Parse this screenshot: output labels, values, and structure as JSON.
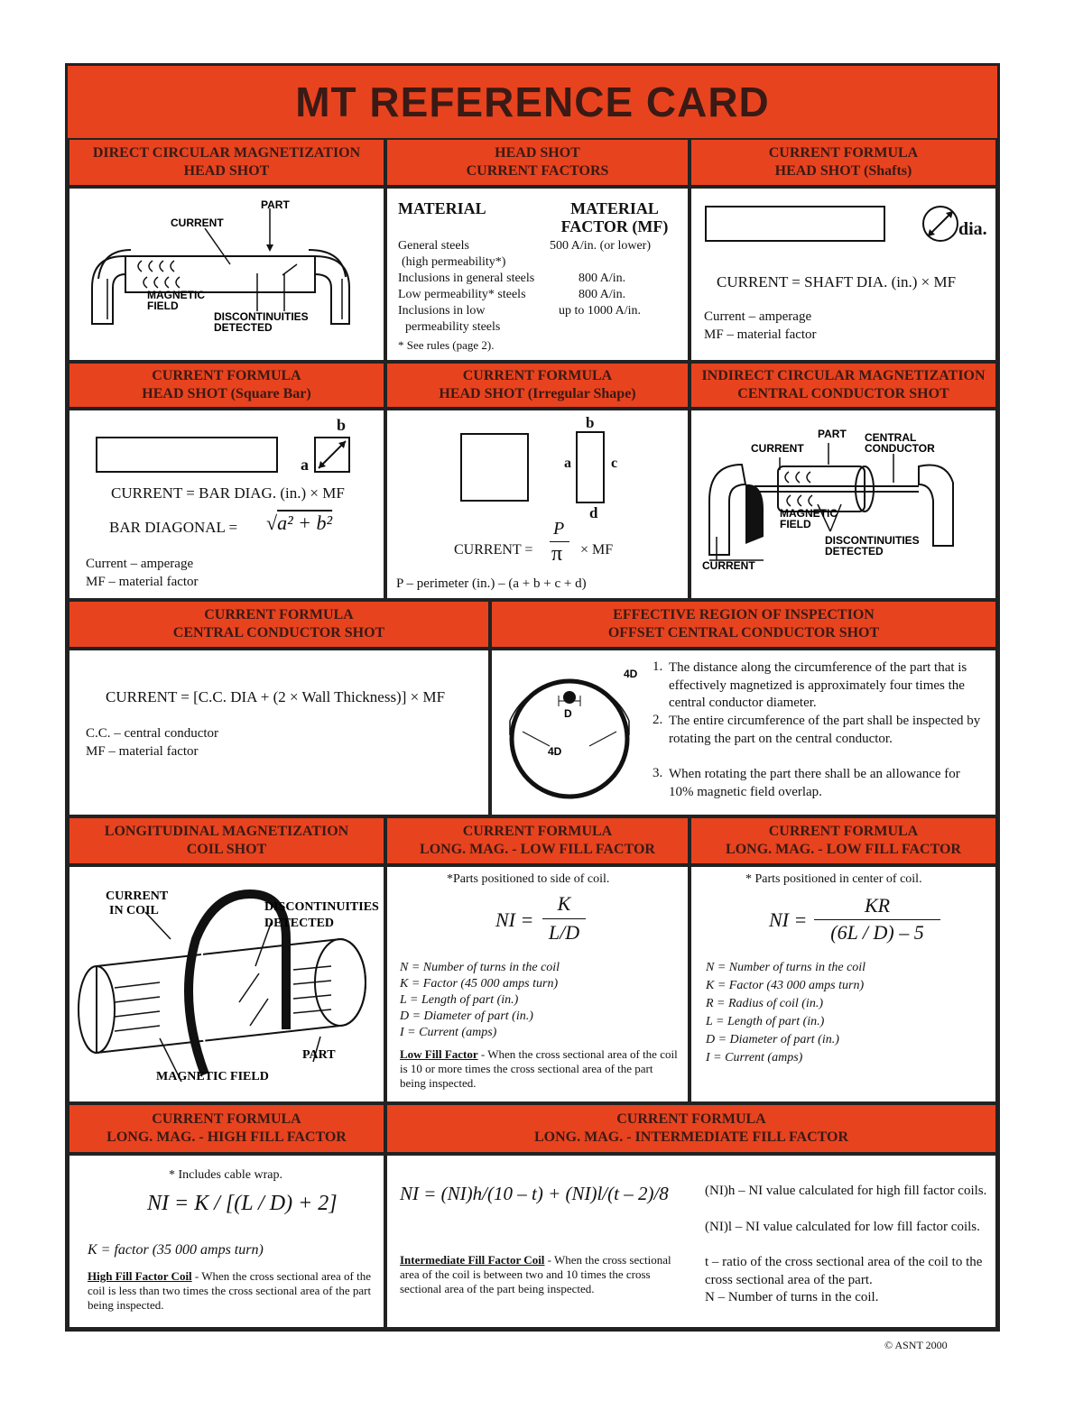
{
  "title": "MT REFERENCE CARD",
  "colors": {
    "header": "#e8431f",
    "border": "#222222"
  },
  "s1": {
    "h1": "DIRECT CIRCULAR MAGNETIZATION",
    "h2": "HEAD SHOT",
    "labels": {
      "current": "CURRENT",
      "part": "PART",
      "field1": "MAGNETIC",
      "field2": "FIELD",
      "disc1": "DISCONTINUITIES",
      "disc2": "DETECTED"
    }
  },
  "s2": {
    "h1": "HEAD SHOT",
    "h2": "CURRENT FACTORS",
    "col1": "MATERIAL",
    "col2a": "MATERIAL",
    "col2b": "FACTOR (MF)",
    "rows": [
      {
        "m": "General steels",
        "f": "500 A/in. (or lower)"
      },
      {
        "m": "(high permeability*)",
        "f": ""
      },
      {
        "m": "Inclusions in general steels",
        "f": "800 A/in."
      },
      {
        "m": "Low permeability* steels",
        "f": "800 A/in."
      },
      {
        "m": "Inclusions in low",
        "f": "up to 1000 A/in."
      },
      {
        "m": "permeability steels",
        "f": ""
      }
    ],
    "note": "* See rules (page 2)."
  },
  "s3": {
    "h1": "CURRENT FORMULA",
    "h2": "HEAD SHOT (Shafts)",
    "dia": "dia.",
    "formula": "CURRENT = SHAFT DIA. (in.) × MF",
    "l1": "Current – amperage",
    "l2": "MF – material factor"
  },
  "s4": {
    "h1": "CURRENT FORMULA",
    "h2": "HEAD SHOT (Square Bar)",
    "b": "b",
    "a": "a",
    "formula": "CURRENT = BAR DIAG. (in.) × MF",
    "diag": "BAR DIAGONAL =",
    "l1": "Current – amperage",
    "l2": "MF – material factor"
  },
  "s5": {
    "h1": "CURRENT FORMULA",
    "h2": "HEAD SHOT (Irregular Shape)",
    "b": "b",
    "a": "a",
    "c": "c",
    "d": "d",
    "current": "CURRENT =",
    "p": "P",
    "pi": "π",
    "mf": "× MF",
    "perim": "P – perimeter (in.) – (a + b + c + d)"
  },
  "s6": {
    "h1": "INDIRECT CIRCULAR MAGNETIZATION",
    "h2": "CENTRAL CONDUCTOR SHOT",
    "labels": {
      "part": "PART",
      "cc1": "CENTRAL",
      "cc2": "CONDUCTOR",
      "current": "CURRENT",
      "field1": "MAGNETIC",
      "field2": "FIELD",
      "disc1": "DISCONTINUITIES",
      "disc2": "DETECTED",
      "current2": "CURRENT"
    }
  },
  "s7": {
    "h1": "CURRENT FORMULA",
    "h2": "CENTRAL CONDUCTOR SHOT",
    "formula": "CURRENT = [C.C. DIA + (2 × Wall Thickness)] × MF",
    "l1": "C.C. – central conductor",
    "l2": "MF – material factor"
  },
  "s8": {
    "h1": "EFFECTIVE REGION OF INSPECTION",
    "h2": "OFFSET CENTRAL CONDUCTOR SHOT",
    "l4d_top": "4D",
    "ld": "D",
    "l4d": "4D",
    "items": [
      "The distance along the circumference of the part that is effectively magnetized is approximately four times the central conductor diameter.",
      "The entire circumference of the part shall be inspected by rotating the part on the central conductor.",
      "When rotating the part there shall be an allowance for 10% magnetic field overlap."
    ]
  },
  "s9": {
    "h1": "LONGITUDINAL MAGNETIZATION",
    "h2": "COIL SHOT",
    "labels": {
      "c1": "CURRENT",
      "c2": "IN COIL",
      "d1": "DISCONTINUITIES",
      "d2": "DETECTED",
      "part": "PART",
      "field": "MAGNETIC FIELD"
    }
  },
  "s10": {
    "h1": "CURRENT FORMULA",
    "h2": "LONG. MAG. - LOW FILL FACTOR",
    "note": "*Parts positioned to side of coil.",
    "lhs": "NI =",
    "num": "K",
    "den": "L/D",
    "defs": [
      "N = Number of turns in the coil",
      "K = Factor (45 000 amps turn)",
      "L = Length of part (in.)",
      "D = Diameter of part (in.)",
      "I = Current (amps)"
    ],
    "lff": "Low Fill Factor",
    "lff_text": " - When the cross sectional area of the coil is 10 or more times the cross sectional area of the part being inspected."
  },
  "s11": {
    "h1": "CURRENT FORMULA",
    "h2": "LONG. MAG. - LOW FILL FACTOR",
    "note": "* Parts positioned in center of coil.",
    "lhs": "NI =",
    "num": "KR",
    "den": "(6L / D) – 5",
    "defs": [
      "N = Number of turns in the coil",
      "K = Factor (43 000 amps turn)",
      "R = Radius of coil (in.)",
      "L = Length of part (in.)",
      "D = Diameter of part (in.)",
      "I = Current (amps)"
    ]
  },
  "s12": {
    "h1": "CURRENT FORMULA",
    "h2": "LONG. MAG. - HIGH FILL FACTOR",
    "note": "* Includes cable wrap.",
    "formula": "NI = K / [(L / D) + 2]",
    "k": "K = factor (35 000 amps turn)",
    "hff": "High Fill Factor Coil",
    "hff_text": " - When the cross sectional area of the coil is less than two times the cross sectional area of the part being inspected."
  },
  "s13": {
    "h1": "CURRENT FORMULA",
    "h2": "LONG. MAG. - INTERMEDIATE FILL FACTOR",
    "formula": "NI = (NI)h/(10 – t) + (NI)l/(t – 2)/8",
    "iff": "Intermediate Fill Factor Coil",
    "iff_text": " - When the cross sectional area of the coil is between two and 10 times the cross sectional area of the part being inspected.",
    "d1": "(NI)h – NI value calculated for high fill factor coils.",
    "d2": "(NI)l – NI value calculated for low fill factor coils.",
    "d3": "t – ratio of the cross sectional area of the coil to the cross sectional area of the part.",
    "d4": "N – Number of turns in the coil."
  },
  "copyright": "© ASNT 2000"
}
